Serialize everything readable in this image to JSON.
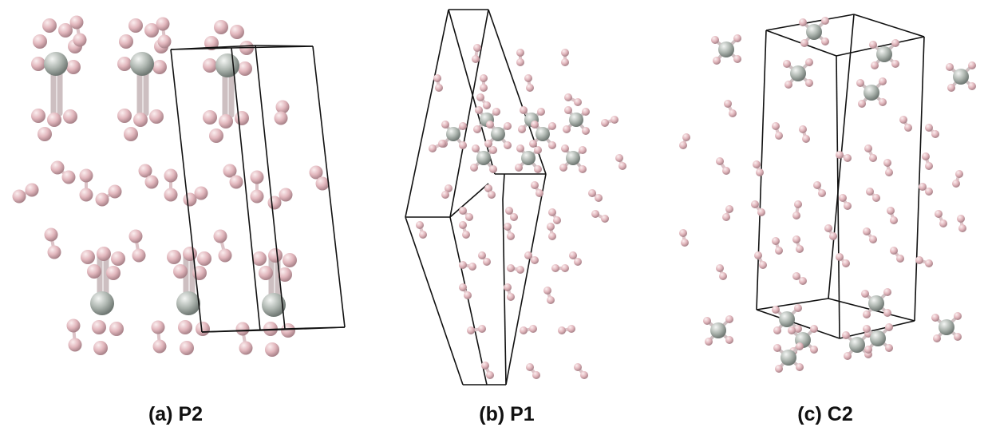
{
  "figure": {
    "panels": [
      {
        "id": "a",
        "caption": "(a) P2"
      },
      {
        "id": "b",
        "caption": "(b) P1"
      },
      {
        "id": "c",
        "caption": "(c) C2"
      }
    ]
  },
  "colors": {
    "heavy_atom": "#aeb6b0",
    "light_atom": "#e2b7bd",
    "cell_edge": "#111111",
    "background": "#ffffff"
  }
}
